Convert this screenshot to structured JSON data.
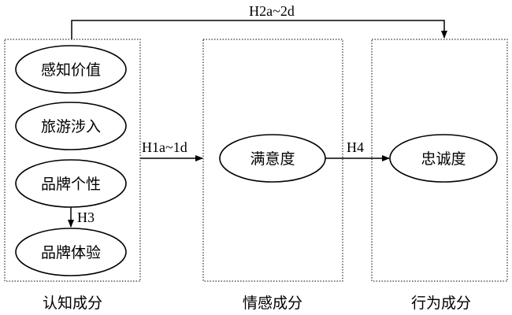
{
  "groups": {
    "cognitive": {
      "label": "认知成分",
      "items": [
        "感知价值",
        "旅游涉入",
        "品牌个性",
        "品牌体验"
      ]
    },
    "affective": {
      "label": "情感成分",
      "node": "满意度"
    },
    "behavioral": {
      "label": "行为成分",
      "node": "忠诚度"
    }
  },
  "hypotheses": {
    "h1": "H1a~1d",
    "h2": "H2a~2d",
    "h3": "H3",
    "h4": "H4"
  }
}
